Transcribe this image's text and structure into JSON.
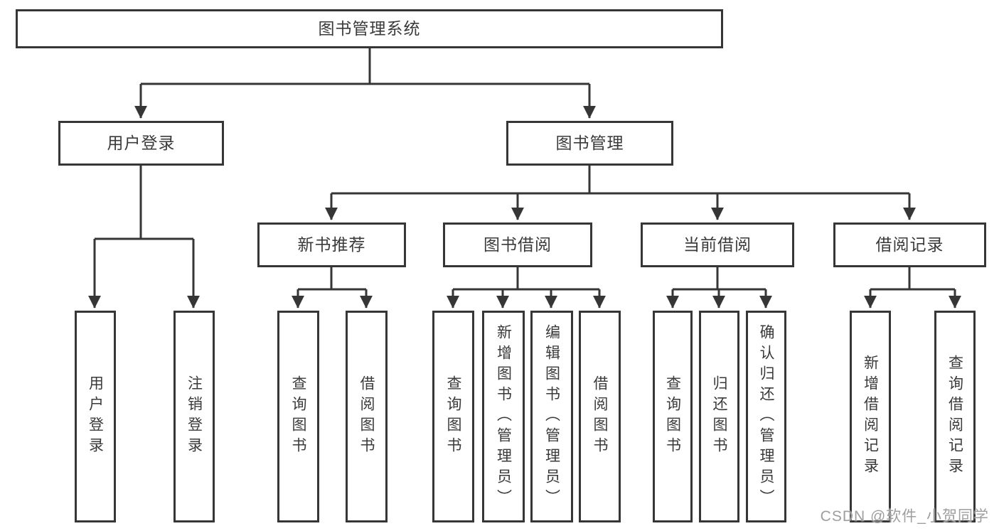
{
  "diagram_title": "图书管理系统",
  "watermark": "CSDN @软件_小贺同学",
  "colors": {
    "line": "#363636",
    "box_border": "#363636",
    "text": "#3a3a3a",
    "watermark": "#9e9e9e",
    "background": "#ffffff"
  },
  "nodes": {
    "root": "图书管理系统",
    "user_login": "用户登录",
    "book_mgmt": "图书管理",
    "new_book_rec": "新书推荐",
    "book_borrow": "图书借阅",
    "current_borrow": "当前借阅",
    "borrow_record": "借阅记录",
    "login_children": [
      "用户登录",
      "注销登录"
    ],
    "rec_children": [
      "查询图书",
      "借阅图书"
    ],
    "borrow_children": [
      "查询图书",
      "新增图书（管理员）",
      "编辑图书（管理员）",
      "借阅图书"
    ],
    "current_children": [
      "查询图书",
      "归还图书",
      "确认归还（管理员）"
    ],
    "record_children": [
      "新增借阅记录",
      "查询借阅记录"
    ]
  }
}
